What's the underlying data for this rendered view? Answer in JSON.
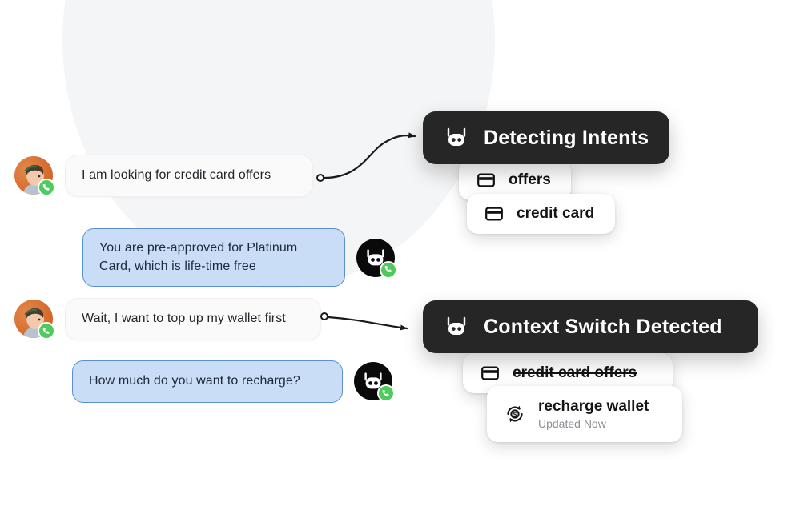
{
  "conversation": {
    "messages": [
      {
        "id": "msg1",
        "sender": "user",
        "channel": "whatsapp",
        "text": "I am looking for credit card offers",
        "avatar_icon": "user-avatar",
        "badge_icon": "whatsapp-phone-icon"
      },
      {
        "id": "msg2",
        "sender": "bot",
        "channel": "whatsapp",
        "text": "You are pre-approved for Platinum Card, which is life-time free",
        "avatar_icon": "bot-avatar",
        "badge_icon": "whatsapp-phone-icon"
      },
      {
        "id": "msg3",
        "sender": "user",
        "channel": "whatsapp",
        "text": "Wait, I want to top up my wallet first",
        "avatar_icon": "user-avatar",
        "badge_icon": "whatsapp-phone-icon"
      },
      {
        "id": "msg4",
        "sender": "bot",
        "channel": "whatsapp",
        "text": "How much do you want to recharge?",
        "avatar_icon": "bot-avatar",
        "badge_icon": "whatsapp-phone-icon"
      }
    ]
  },
  "panels": [
    {
      "id": "detecting-intents",
      "title": "Detecting Intents",
      "icon": "bot-icon",
      "background": "#262626",
      "text_color": "#ffffff"
    },
    {
      "id": "context-switch-detected",
      "title": "Context Switch Detected",
      "icon": "bot-icon",
      "background": "#262626",
      "text_color": "#ffffff"
    }
  ],
  "intent_chips": [
    {
      "id": "offers",
      "label": "offers",
      "icon": "credit-card-icon",
      "struck_through": false,
      "sub_label": ""
    },
    {
      "id": "credit-card",
      "label": "credit card",
      "icon": "credit-card-icon",
      "struck_through": false,
      "sub_label": ""
    },
    {
      "id": "credit-card-offers",
      "label": "credit card offers",
      "icon": "credit-card-icon",
      "struck_through": true,
      "sub_label": ""
    },
    {
      "id": "recharge-wallet",
      "label": "recharge wallet",
      "icon": "recharge-money-icon",
      "struck_through": false,
      "sub_label": "Updated Now"
    }
  ],
  "theme": {
    "page_background": "#ffffff",
    "blob_color": "#f4f5f6",
    "incoming_bubble_bg": "#fafafa",
    "outgoing_bubble_bg": "#c9ddf7",
    "outgoing_bubble_border": "#5b8fd4",
    "panel_bg": "#262626",
    "chip_bg": "#ffffff",
    "whatsapp_green": "#4ecb5c",
    "connector_color": "#1a1a1a",
    "sub_label_color": "#8b8f95"
  }
}
